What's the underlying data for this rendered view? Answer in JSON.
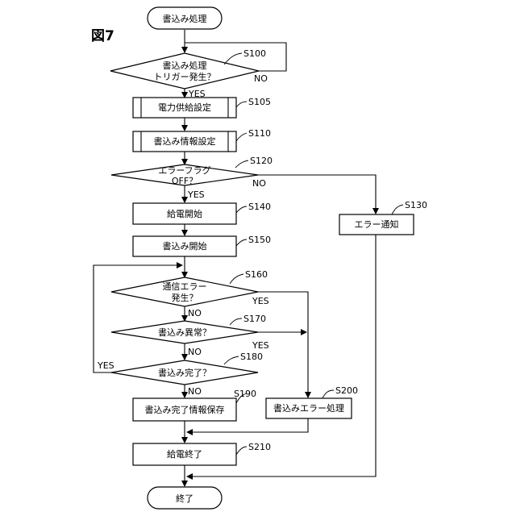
{
  "figure_label": "図7",
  "nodes": {
    "start": "書込み処理",
    "s100_line1": "書込み処理",
    "s100_line2": "トリガー発生？",
    "s105": "電力供給設定",
    "s110": "書込み情報設定",
    "s120_line1": "エラーフラグ",
    "s120_line2": "OFF？",
    "s130": "エラー通知",
    "s140": "給電開始",
    "s150": "書込み開始",
    "s160_line1": "通信エラー",
    "s160_line2": "発生？",
    "s170": "書込み異常？",
    "s180": "書込み完了？",
    "s190": "書込み完了情報保存",
    "s200": "書込みエラー処理",
    "s210": "給電終了",
    "end": "終了"
  },
  "step_labels": {
    "s100": "S100",
    "s105": "S105",
    "s110": "S110",
    "s120": "S120",
    "s130": "S130",
    "s140": "S140",
    "s150": "S150",
    "s160": "S160",
    "s170": "S170",
    "s180": "S180",
    "s190": "S190",
    "s200": "S200",
    "s210": "S210"
  },
  "branch_labels": {
    "s100_no": "NO",
    "s100_yes": "YES",
    "s120_no": "NO",
    "s120_yes": "YES",
    "s160_yes": "YES",
    "s160_no": "NO",
    "s170_yes": "YES",
    "s170_no": "NO",
    "s180_yes": "YES",
    "s180_no": "NO"
  }
}
